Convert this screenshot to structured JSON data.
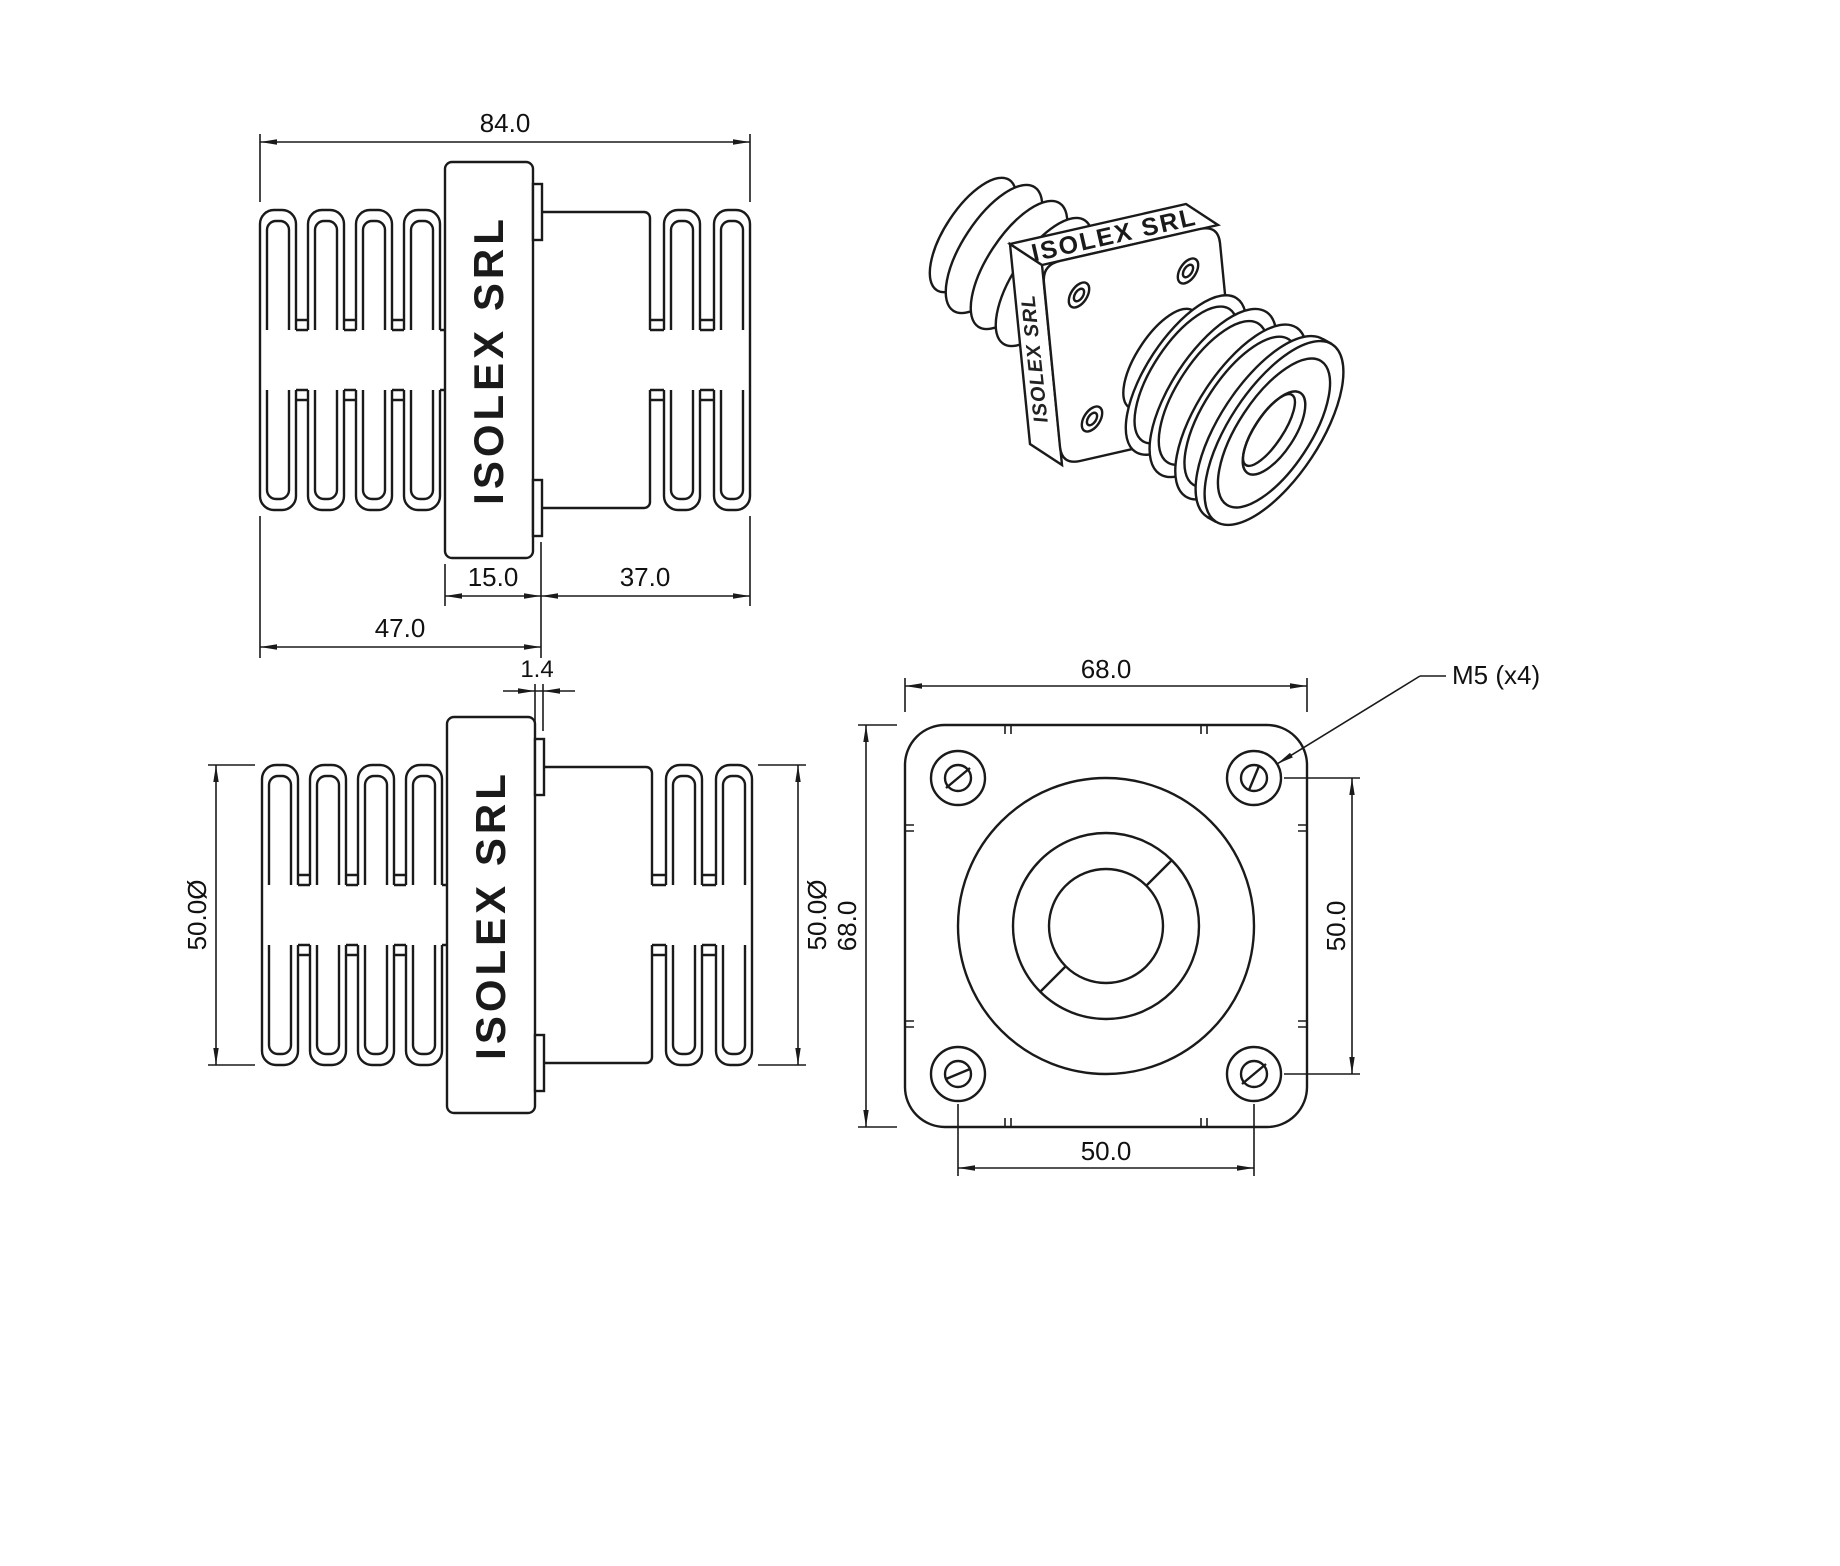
{
  "brand": "ISOLEX SRL",
  "views": {
    "side_top": {
      "dim_total_width": "84.0",
      "dim_flange_thickness": "15.0",
      "dim_right_length": "37.0",
      "dim_left_length": "47.0"
    },
    "side_bottom": {
      "dim_lip": "1.4",
      "dim_diameter_left": "50.0Ø",
      "dim_diameter_right": "50.0Ø"
    },
    "front": {
      "dim_width": "68.0",
      "dim_height": "68.0",
      "dim_hole_spacing_vertical": "50.0",
      "dim_hole_spacing_horizontal": "50.0",
      "thread_callout": "M5 (x4)"
    }
  },
  "colors": {
    "line": "#1a1a1a",
    "background": "#ffffff"
  }
}
